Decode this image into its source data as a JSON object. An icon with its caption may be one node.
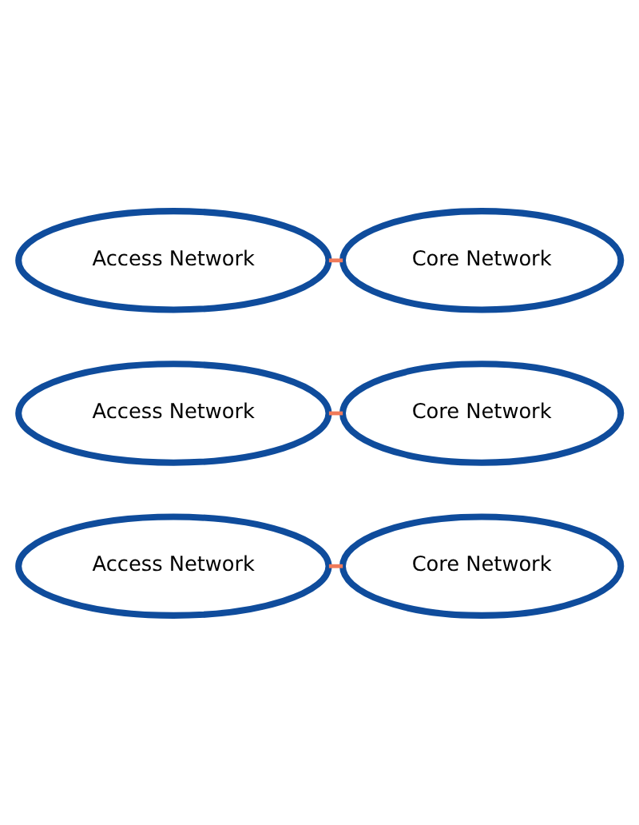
{
  "diagram": {
    "nodes": [
      {
        "text": [
          "Access Network"
        ]
      },
      {
        "text": [
          "Core Network"
        ]
      },
      {
        "text": [
          "Access Network"
        ]
      },
      {
        "text": [
          "Core Network"
        ]
      },
      {
        "text": [
          "Access Network"
        ]
      },
      {
        "text": [
          "Core Network"
        ]
      }
    ],
    "edges": [
      {
        "from": 0,
        "to": 1,
        "arrow": "none"
      },
      {
        "from": 2,
        "to": 3,
        "arrow": "none"
      },
      {
        "from": 4,
        "to": 5,
        "arrow": "none"
      }
    ]
  }
}
